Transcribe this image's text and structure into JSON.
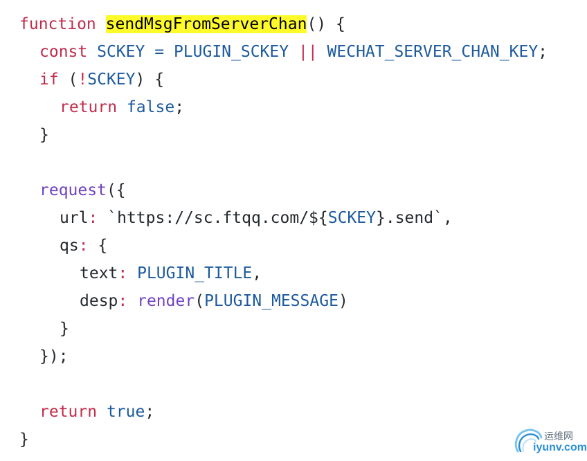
{
  "code": {
    "lines": [
      {
        "indent": 0,
        "tokens": [
          {
            "type": "kw",
            "text": "function"
          },
          {
            "type": "punct",
            "text": " "
          },
          {
            "type": "fnname",
            "text": "sendMsgFromServerChan"
          },
          {
            "type": "punct",
            "text": "() {"
          }
        ]
      },
      {
        "indent": 1,
        "tokens": [
          {
            "type": "kw",
            "text": "const"
          },
          {
            "type": "punct",
            "text": " "
          },
          {
            "type": "id",
            "text": "SCKEY"
          },
          {
            "type": "punct",
            "text": " "
          },
          {
            "type": "id",
            "text": "="
          },
          {
            "type": "punct",
            "text": " "
          },
          {
            "type": "id",
            "text": "PLUGIN_SCKEY"
          },
          {
            "type": "punct",
            "text": " "
          },
          {
            "type": "op",
            "text": "||"
          },
          {
            "type": "punct",
            "text": " "
          },
          {
            "type": "id",
            "text": "WECHAT_SERVER_CHAN_KEY"
          },
          {
            "type": "punct",
            "text": ";"
          }
        ]
      },
      {
        "indent": 1,
        "tokens": [
          {
            "type": "kw",
            "text": "if"
          },
          {
            "type": "punct",
            "text": " ("
          },
          {
            "type": "op",
            "text": "!"
          },
          {
            "type": "id",
            "text": "SCKEY"
          },
          {
            "type": "punct",
            "text": ") {"
          }
        ]
      },
      {
        "indent": 2,
        "tokens": [
          {
            "type": "kw",
            "text": "return"
          },
          {
            "type": "punct",
            "text": " "
          },
          {
            "type": "lit",
            "text": "false"
          },
          {
            "type": "punct",
            "text": ";"
          }
        ]
      },
      {
        "indent": 1,
        "tokens": [
          {
            "type": "punct",
            "text": "}"
          }
        ]
      },
      {
        "indent": 0,
        "tokens": []
      },
      {
        "indent": 1,
        "tokens": [
          {
            "type": "fn",
            "text": "request"
          },
          {
            "type": "punct",
            "text": "({"
          }
        ]
      },
      {
        "indent": 2,
        "tokens": [
          {
            "type": "prop",
            "text": "url"
          },
          {
            "type": "colon",
            "text": ":"
          },
          {
            "type": "punct",
            "text": " "
          },
          {
            "type": "str",
            "text": "`https://sc.ftqq.com/${"
          },
          {
            "type": "interp",
            "text": "SCKEY"
          },
          {
            "type": "str",
            "text": "}.send`"
          },
          {
            "type": "punct",
            "text": ","
          }
        ]
      },
      {
        "indent": 2,
        "tokens": [
          {
            "type": "prop",
            "text": "qs"
          },
          {
            "type": "colon",
            "text": ":"
          },
          {
            "type": "punct",
            "text": " {"
          }
        ]
      },
      {
        "indent": 3,
        "tokens": [
          {
            "type": "prop",
            "text": "text"
          },
          {
            "type": "colon",
            "text": ":"
          },
          {
            "type": "punct",
            "text": " "
          },
          {
            "type": "id",
            "text": "PLUGIN_TITLE"
          },
          {
            "type": "punct",
            "text": ","
          }
        ]
      },
      {
        "indent": 3,
        "tokens": [
          {
            "type": "prop",
            "text": "desp"
          },
          {
            "type": "colon",
            "text": ":"
          },
          {
            "type": "punct",
            "text": " "
          },
          {
            "type": "fn",
            "text": "render"
          },
          {
            "type": "punct",
            "text": "("
          },
          {
            "type": "id",
            "text": "PLUGIN_MESSAGE"
          },
          {
            "type": "punct",
            "text": ")"
          }
        ]
      },
      {
        "indent": 2,
        "tokens": [
          {
            "type": "punct",
            "text": "}"
          }
        ]
      },
      {
        "indent": 1,
        "tokens": [
          {
            "type": "punct",
            "text": "});"
          }
        ]
      },
      {
        "indent": 0,
        "tokens": []
      },
      {
        "indent": 1,
        "tokens": [
          {
            "type": "kw",
            "text": "return"
          },
          {
            "type": "punct",
            "text": " "
          },
          {
            "type": "lit",
            "text": "true"
          },
          {
            "type": "punct",
            "text": ";"
          }
        ]
      },
      {
        "indent": 0,
        "tokens": [
          {
            "type": "punct",
            "text": "}"
          }
        ]
      }
    ]
  },
  "watermark": {
    "icon": "swirl-logo-icon",
    "site_name": "运维网",
    "domain": "iyunv.com"
  },
  "colors": {
    "keyword": "#c22c4b",
    "highlight_bg": "#fffb2b",
    "identifier": "#1c5a9e",
    "function_call": "#6f42c1",
    "text": "#24292e",
    "background": "#ffffff",
    "watermark_blue": "#2a8fd6"
  }
}
